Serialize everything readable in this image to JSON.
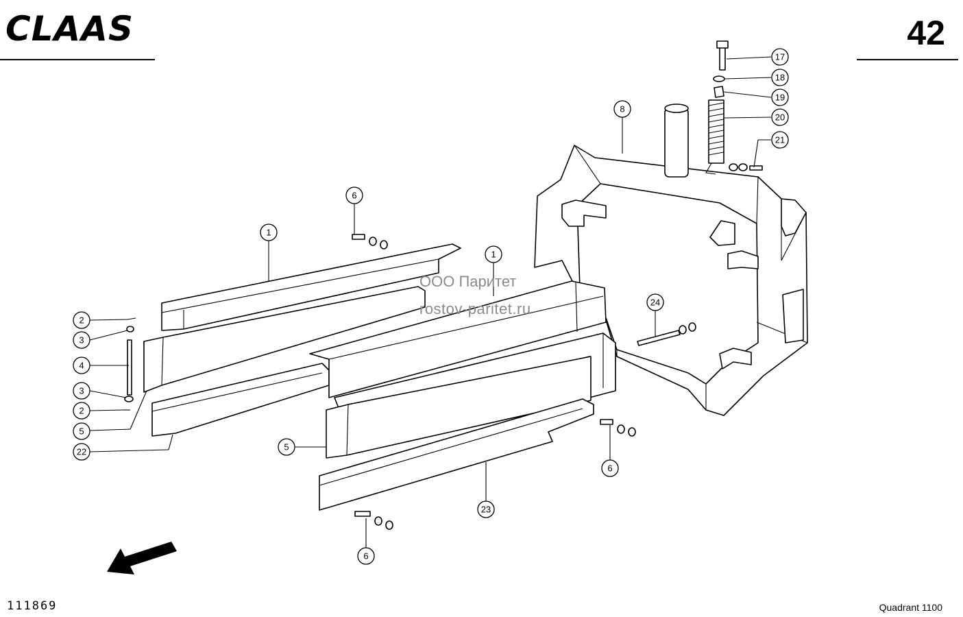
{
  "header": {
    "brand": "CLAAS",
    "page_number": "42"
  },
  "watermark": {
    "line1": "ООО Паритет",
    "line2": "rostov-paritet.ru"
  },
  "footer": {
    "drawing_number": "111869",
    "model": "Quadrant 1100"
  },
  "callouts": [
    {
      "id": "c-17",
      "label": "17"
    },
    {
      "id": "c-18",
      "label": "18"
    },
    {
      "id": "c-19",
      "label": "19"
    },
    {
      "id": "c-20",
      "label": "20"
    },
    {
      "id": "c-21",
      "label": "21"
    },
    {
      "id": "c-8",
      "label": "8"
    },
    {
      "id": "c-6a",
      "label": "6"
    },
    {
      "id": "c-1a",
      "label": "1"
    },
    {
      "id": "c-1b",
      "label": "1"
    },
    {
      "id": "c-24",
      "label": "24"
    },
    {
      "id": "c-2a",
      "label": "2"
    },
    {
      "id": "c-3a",
      "label": "3"
    },
    {
      "id": "c-4",
      "label": "4"
    },
    {
      "id": "c-3b",
      "label": "3"
    },
    {
      "id": "c-2b",
      "label": "2"
    },
    {
      "id": "c-5a",
      "label": "5"
    },
    {
      "id": "c-22",
      "label": "22"
    },
    {
      "id": "c-5b",
      "label": "5"
    },
    {
      "id": "c-6b",
      "label": "6"
    },
    {
      "id": "c-23",
      "label": "23"
    },
    {
      "id": "c-6c",
      "label": "6"
    }
  ]
}
